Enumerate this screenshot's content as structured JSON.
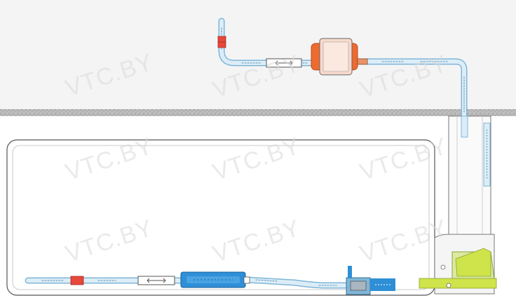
{
  "watermark": {
    "text": "VTC.BY",
    "color": "#d4d4d4"
  },
  "colors": {
    "wall": "#f4f4f5",
    "ceiling_band": "#c9c9c9",
    "tube_fill": "#dcedf7",
    "tube_stroke": "#7fb6d8",
    "pump_orange": "#ee6b2f",
    "pump_body": "#f7d9cc",
    "pump_blue": "#2f8fd8",
    "valve_red": "#e8473b",
    "tray_yellow": "#cfe34a",
    "connector_blue": "#2e8fd6"
  },
  "components": {
    "upper_pump": "pump-unit",
    "lower_pump": "inline-pump",
    "check_valve": "red-check-valve",
    "ac_unit": "indoor-air-conditioner"
  }
}
